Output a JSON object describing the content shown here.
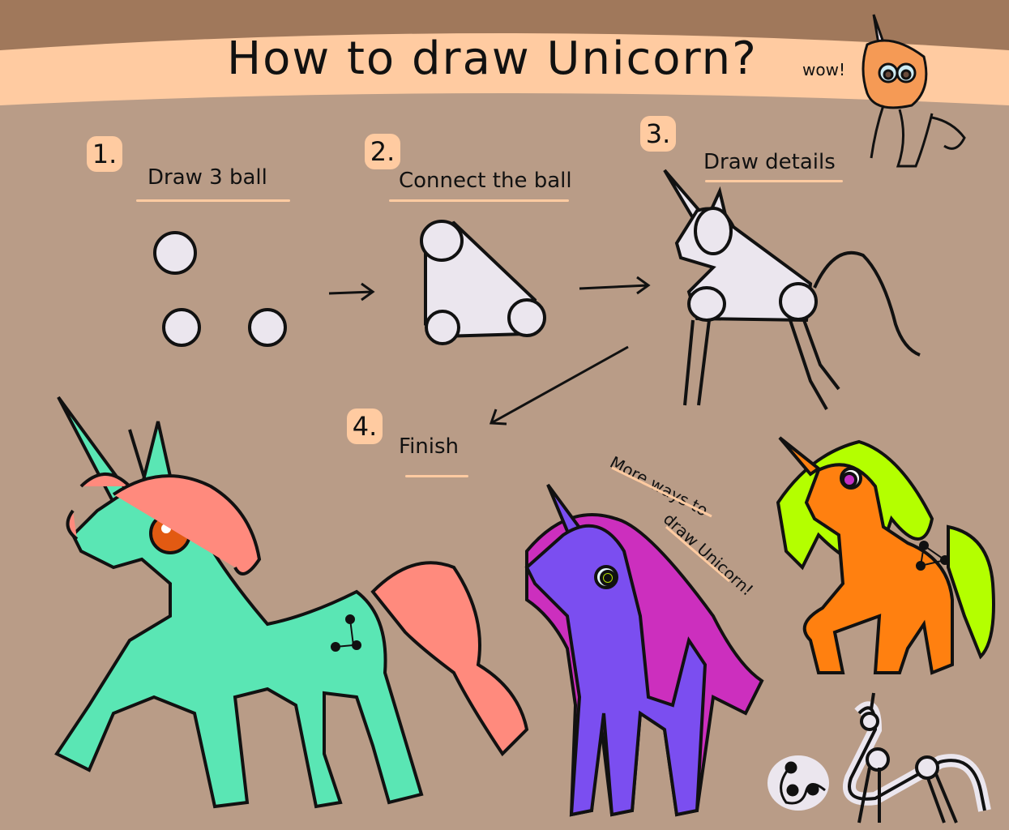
{
  "title": "How to draw Unicorn?",
  "exclamation": "wow!",
  "steps": [
    {
      "number": "1.",
      "label": "Draw 3 ball"
    },
    {
      "number": "2.",
      "label": "Connect the ball"
    },
    {
      "number": "3.",
      "label": "Draw details"
    },
    {
      "number": "4.",
      "label": "Finish"
    }
  ],
  "extra_note": {
    "line1": "More ways to",
    "line2": "draw Unicorn!"
  },
  "colors": {
    "background": "#b99c87",
    "top_band": "#a0785b",
    "title_band": "#ffcba1",
    "badge": "#ffcba1",
    "sketch_fill": "#ebe6ee",
    "teal_unicorn_body": "#5ae6b4",
    "teal_unicorn_mane": "#ff8a7d",
    "teal_unicorn_eye": "#e25a12",
    "purple_unicorn_body": "#7b4ef0",
    "purple_unicorn_mane": "#cc2fbe",
    "purple_unicorn_eye": "#b4e000",
    "orange_unicorn_body": "#ff8010",
    "orange_unicorn_mane": "#b4ff00",
    "orange_unicorn_eye": "#c430c4"
  }
}
